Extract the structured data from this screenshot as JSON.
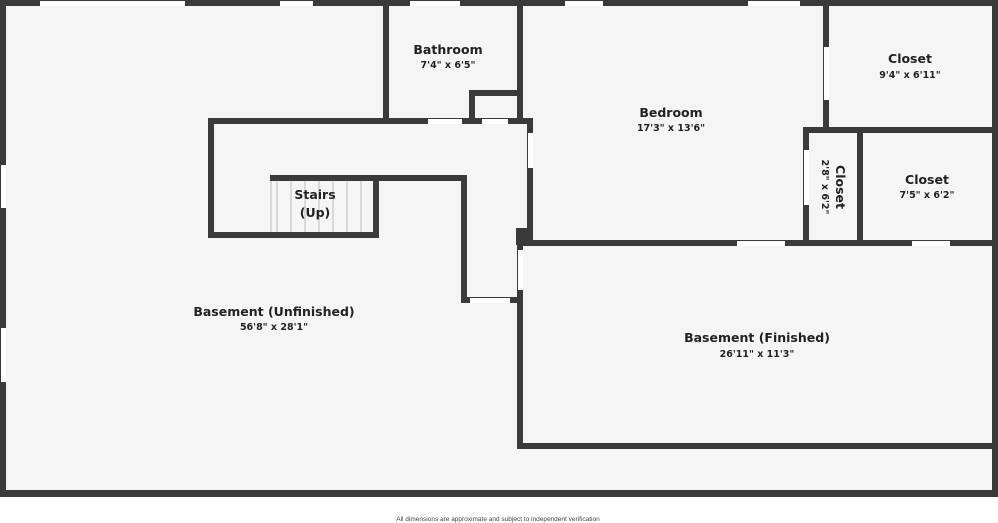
{
  "floorplan": {
    "colors": {
      "wall": "#3a3a3a",
      "floor": "#f5f5f5",
      "opening": "#ffffff"
    },
    "rooms": {
      "bathroom": {
        "name": "Bathroom",
        "dims": "7'4\" x 6'5\""
      },
      "bedroom": {
        "name": "Bedroom",
        "dims": "17'3\" x 13'6\""
      },
      "closet1": {
        "name": "Closet",
        "dims": "9'4\" x 6'11\""
      },
      "closet2": {
        "name": "Closet",
        "dims": "7'5\" x 6'2\""
      },
      "closet3": {
        "name": "Closet",
        "dims": "2'8\" x 6'2\""
      },
      "stairs": {
        "name_line1": "Stairs",
        "name_line2": "(Up)"
      },
      "basement_unfinished": {
        "name": "Basement (Unfinished)",
        "dims": "56'8\" x 28'1\""
      },
      "basement_finished": {
        "name": "Basement (Finished)",
        "dims": "26'11\" x 11'3\""
      }
    },
    "footer": "All dimensions are approximate and subject to independent verification"
  }
}
